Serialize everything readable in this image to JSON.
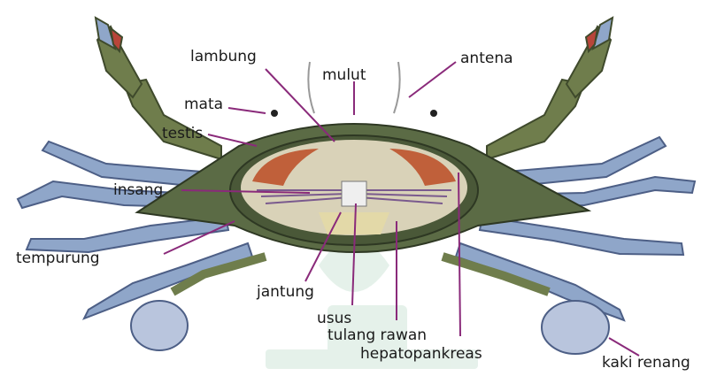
{
  "labels": {
    "lambung": "lambung",
    "mulut": "mulut",
    "antena": "antena",
    "mata": "mata",
    "testis": "testis",
    "insang": "insang",
    "tempurung": "tempurung",
    "jantung": "jantung",
    "usus": "usus",
    "tulang_rawan": "tulang rawan",
    "hepatopankreas": "hepatopankreas",
    "kaki_renang": "kaki renang"
  },
  "colors": {
    "leg_blue": "#8fa6c9",
    "claw_green": "#6f7d4c",
    "shell_green": "#5b6b45",
    "shell_inner": "#d9d2b8",
    "gill_purple": "#7a5a8e",
    "organ_orange": "#c0603a",
    "pointer_line": "#8a2a7a"
  }
}
